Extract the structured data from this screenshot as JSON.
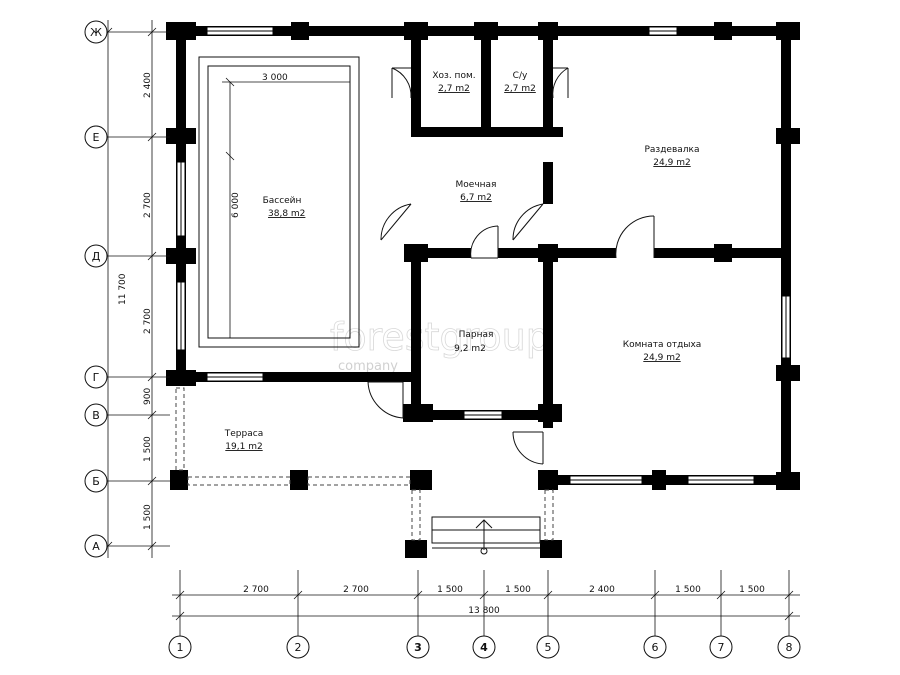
{
  "axes": {
    "rows": [
      "Ж",
      "Е",
      "Д",
      "Г",
      "В",
      "Б",
      "А"
    ],
    "cols": [
      "1",
      "2",
      "3",
      "4",
      "5",
      "6",
      "7",
      "8"
    ]
  },
  "dims": {
    "left": [
      "2 400",
      "2 700",
      "2 700",
      "900",
      "1 500",
      "1 500"
    ],
    "left_total": "11 700",
    "bottom": [
      "2 700",
      "2 700",
      "1 500",
      "1 500",
      "2 400",
      "1 500",
      "1 500"
    ],
    "bottom_total": "13 800",
    "pool_width": "3 000",
    "pool_length": "6 000"
  },
  "rooms": {
    "pool": {
      "name": "Бассейн",
      "area": "38,8 m2"
    },
    "storage": {
      "name": "Хоз. пом.",
      "area": "2,7 m2"
    },
    "wc": {
      "name": "С/у",
      "area": "2,7 m2"
    },
    "locker": {
      "name": "Раздевалка",
      "area": "24,9 m2"
    },
    "shower": {
      "name": "Моечная",
      "area": "6,7 m2"
    },
    "sauna": {
      "name": "Парная",
      "area": "9,2 m2"
    },
    "rest": {
      "name": "Комната отдыха",
      "area": "24,9 m2"
    },
    "terrace": {
      "name": "Терраса",
      "area": "19,1 m2"
    }
  },
  "watermark": {
    "brand": "forestgroup",
    "sub": "company"
  }
}
